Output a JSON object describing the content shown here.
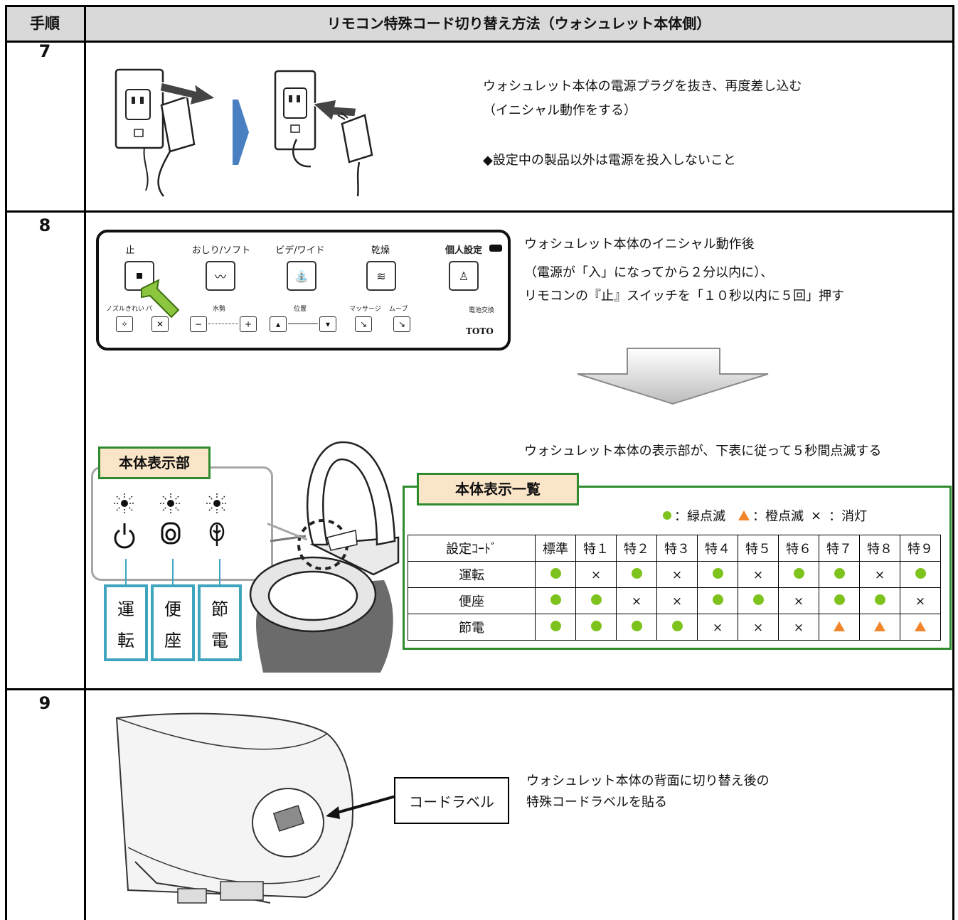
{
  "header": {
    "col1": "手順",
    "col2": "リモコン特殊コード切り替え方法（ウォシュレット本体側）"
  },
  "steps": [
    {
      "number": "7",
      "lines": [
        "ウォシュレット本体の電源プラグを抜き、再度差し込む",
        "（イニシャル動作をする）",
        "◆設定中の製品以外は電源を投入しないこと"
      ]
    },
    {
      "number": "8",
      "lines": [
        "ウォシュレット本体のイニシャル動作後",
        "（電源が「入」になってから２分以内に）、",
        "リモコンの『止』スイッチを「１０秒以内に５回」押す"
      ],
      "blink_text": "ウォシュレット本体の表示部が、下表に従って５秒間点滅する"
    },
    {
      "number": "9",
      "lines": [
        "ウォシュレット本体の背面に切り替え後の",
        "特殊コードラベルを貼る"
      ],
      "code_label": "コードラベル"
    }
  ],
  "remote": {
    "labels": [
      "止",
      "おしり/ソフト",
      "ビデ/ワイド",
      "乾燥",
      "個人設定"
    ],
    "small_labels": [
      "ノズルきれい",
      "パ",
      "水勢",
      "位置",
      "マッサージ",
      "ムーブ",
      "電池交換"
    ],
    "brand": "TOTO"
  },
  "display_panel": {
    "title": "本体表示部",
    "indicators": [
      {
        "chars": [
          "運",
          "転"
        ],
        "icon": "power-icon"
      },
      {
        "chars": [
          "便",
          "座"
        ],
        "icon": "seat-icon"
      },
      {
        "chars": [
          "節",
          "電"
        ],
        "icon": "leaf-icon"
      }
    ]
  },
  "table": {
    "title": "本体表示一覧",
    "legend": {
      "green": "：緑点滅",
      "orange": "：橙点滅",
      "off_symbol": "×",
      "off": "：消灯"
    },
    "headers": [
      "設定ｺｰﾄﾞ",
      "標準",
      "特１",
      "特２",
      "特３",
      "特４",
      "特５",
      "特６",
      "特７",
      "特８",
      "特９"
    ],
    "rows": [
      {
        "label": "運転",
        "states": [
          "g",
          "x",
          "g",
          "x",
          "g",
          "x",
          "g",
          "g",
          "x",
          "g"
        ]
      },
      {
        "label": "便座",
        "states": [
          "g",
          "g",
          "x",
          "x",
          "g",
          "g",
          "x",
          "g",
          "g",
          "x"
        ]
      },
      {
        "label": "節電",
        "states": [
          "g",
          "g",
          "g",
          "g",
          "x",
          "x",
          "x",
          "o",
          "o",
          "o"
        ]
      }
    ]
  },
  "colors": {
    "green": "#7ec31d",
    "orange": "#f2852b",
    "frame_green": "#2e8b2e",
    "box_blue": "#3fa5bf",
    "tag_fill": "#fbe5c8",
    "arrow_blue": "#4a7fc1",
    "arrow_pointer": "#8cc63f"
  }
}
